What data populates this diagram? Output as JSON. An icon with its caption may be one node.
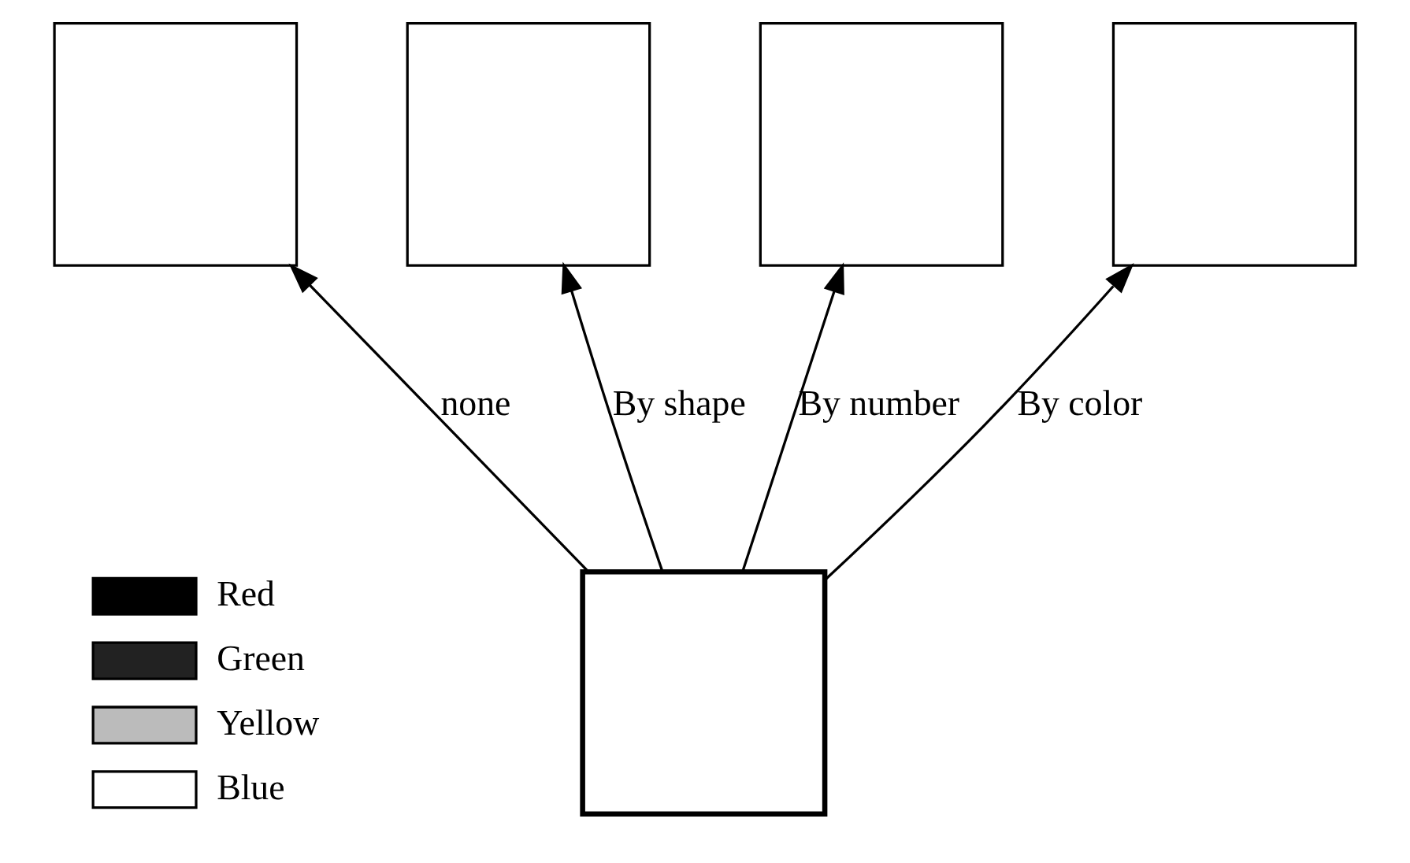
{
  "diagram": {
    "nodes": [
      {
        "text": [],
        "shape": "box"
      },
      {
        "text": [],
        "shape": "box"
      },
      {
        "text": [],
        "shape": "box"
      },
      {
        "text": [],
        "shape": "box"
      },
      {
        "text": [],
        "shape": "box"
      }
    ],
    "edges": [
      {
        "from": 4,
        "to": 0,
        "arrow": "to",
        "label": "none"
      },
      {
        "from": 4,
        "to": 1,
        "arrow": "to",
        "label": "By shape"
      },
      {
        "from": 4,
        "to": 2,
        "arrow": "to",
        "label": "By number"
      },
      {
        "from": 4,
        "to": 3,
        "arrow": "to",
        "label": "By color"
      }
    ],
    "legend": [
      {
        "text": "Red"
      },
      {
        "text": "Green"
      },
      {
        "text": "Yellow"
      },
      {
        "text": "Blue"
      }
    ]
  }
}
